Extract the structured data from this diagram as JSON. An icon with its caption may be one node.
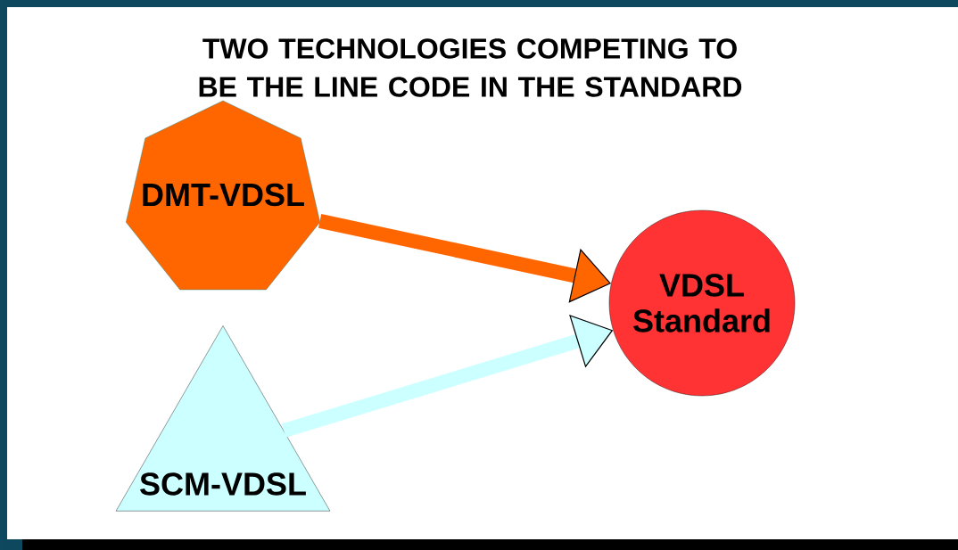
{
  "diagram": {
    "title": "TWO TECHNOLOGIES COMPETING TO BE THE LINE CODE IN THE STANDARD",
    "nodes": [
      {
        "text": [
          "DMT-VDSL"
        ]
      },
      {
        "text": [
          "SCM-VDSL"
        ]
      },
      {
        "text": [
          "VDSL Standard"
        ]
      }
    ],
    "edges": [
      {
        "from": 0,
        "to": 2,
        "arrow": "to",
        "color": "#ff6600"
      },
      {
        "from": 1,
        "to": 2,
        "arrow": "to",
        "color": "#ccffff"
      }
    ]
  }
}
